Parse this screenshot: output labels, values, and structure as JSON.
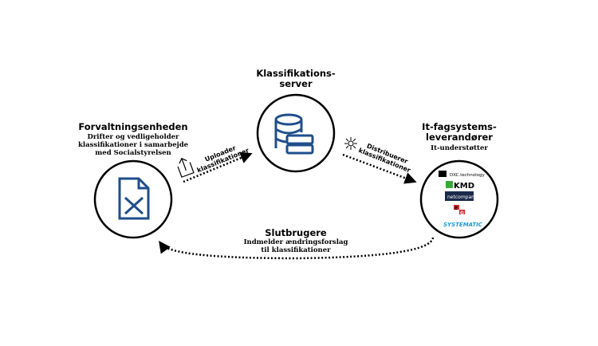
{
  "server": {
    "title": "Klassifikations-\nserver"
  },
  "admin": {
    "title": "Forvaltningsenheden",
    "subtitle": "Drifter og vedligeholder klassifikationer i samarbejde med Socialstyrelsen"
  },
  "vendors": {
    "title": "It-fagsystems-\nleverandører",
    "subtitle": "It-understøtter",
    "logos": [
      "DXC.technology",
      "KMD",
      "netcompany",
      "EG",
      "SYSTEMATIC"
    ]
  },
  "endusers": {
    "title": "Slutbrugere",
    "subtitle": "Indmelder ændringsforslag til klassifikationer"
  },
  "arrows": {
    "upload": "Uploader klassifikationer",
    "distribute": "Distribuerer klassifikationer"
  },
  "colors": {
    "icon": "#1f4e8c",
    "kmd": "#3aa83a",
    "netcompany": "#1b2a4a",
    "eg": "#d9262c",
    "systematic": "#1a9ad6"
  }
}
